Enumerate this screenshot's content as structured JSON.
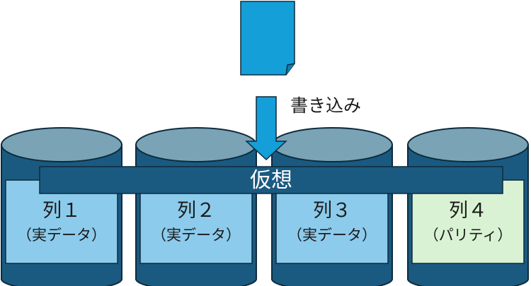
{
  "write_label": "書き込み",
  "virtual_label": "仮想",
  "columns": [
    {
      "name": "列１",
      "role": "（実データ）"
    },
    {
      "name": "列２",
      "role": "（実データ）"
    },
    {
      "name": "列３",
      "role": "（実データ）"
    },
    {
      "name": "列４",
      "role": "（パリティ）"
    }
  ],
  "colors": {
    "cylinder_body": "#1b5a80",
    "cylinder_top": "#7aa3b6",
    "data_panel": "#8ccbec",
    "parity_panel": "#d9f2d3",
    "document": "#149fd8",
    "arrow": "#149fd8",
    "virtual_bar": "#1b5a80"
  }
}
